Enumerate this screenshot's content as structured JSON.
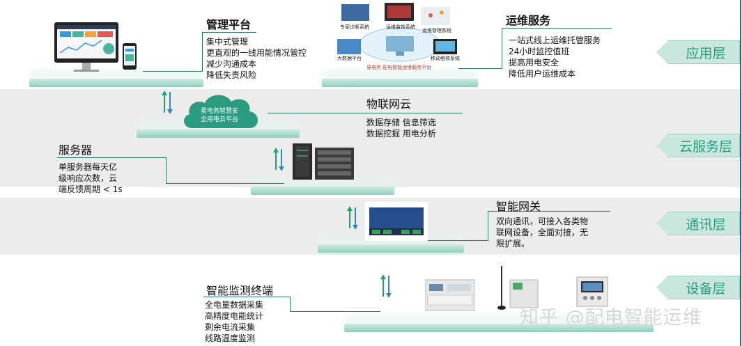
{
  "layers": {
    "application": "应用层",
    "cloud": "云服务层",
    "communication": "通讯层",
    "device": "设备层"
  },
  "management_platform": {
    "title": "管理平台",
    "lines": [
      "集中式管理",
      "更直观的一线用能情况管控",
      "减少沟通成本",
      "降低失责风险"
    ]
  },
  "om_service": {
    "title": "运维服务",
    "lines": [
      "一站式线上运维托管服务",
      "24小时监控值班",
      "提高用电安全",
      "降低用户运维成本"
    ],
    "collage_labels": [
      "专家诊断系统",
      "运维监控系统",
      "运维管理系统",
      "大数据平台",
      "移动维修系统"
    ],
    "collage_caption": "易电务 配电智能运维服务平台"
  },
  "iot_cloud": {
    "title": "物联网云",
    "lines": [
      "数据存储   信息筛选",
      "数据挖掘   用电分析"
    ],
    "cloud_text": [
      "易电务智慧安",
      "全用电云平台"
    ]
  },
  "server": {
    "title": "服务器",
    "lines": [
      "单服务器每天亿",
      "级响应次数，云",
      "端反馈周期 < 1s"
    ]
  },
  "gateway": {
    "title": "智能网关",
    "lines": [
      "双向通讯，可接入各类物",
      "联网设备，全面对接，无",
      "限扩展。"
    ]
  },
  "terminal": {
    "title": "智能监测终端",
    "lines": [
      "全电量数据采集",
      "高精度电能统计",
      "剩余电流采集",
      "线路温度监测"
    ]
  },
  "watermark": "知乎 @配电智能运维",
  "colors": {
    "accent": "#2a9b7f",
    "band": "#ececec",
    "arrow_green": "#1fa36b",
    "arrow_blue": "#2f87c9"
  }
}
